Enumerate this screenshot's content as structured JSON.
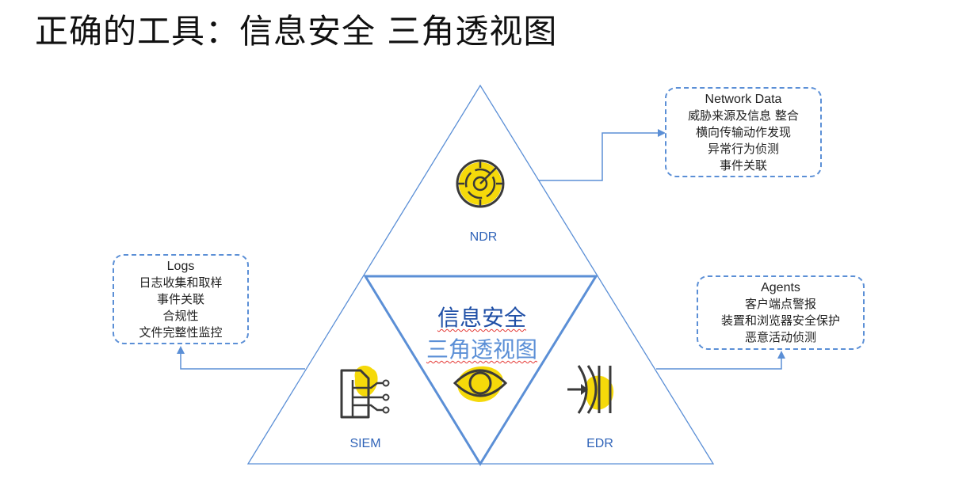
{
  "title": "正确的工具：信息安全 三角透视图",
  "center": {
    "line1": "信息安全",
    "line2": "三角透视图"
  },
  "segments": {
    "ndr": {
      "label": "NDR",
      "icon": "radar-icon"
    },
    "siem": {
      "label": "SIEM",
      "icon": "log-flow-icon"
    },
    "edr": {
      "label": "EDR",
      "icon": "endpoint-shield-icon"
    },
    "center_icon": "eye-icon"
  },
  "callouts": {
    "network": {
      "heading": "Network Data",
      "lines": [
        "威胁来源及信息 整合",
        "横向传输动作发现",
        "异常行为侦测",
        "事件关联"
      ]
    },
    "logs": {
      "heading": "Logs",
      "lines": [
        "日志收集和取样",
        "事件关联",
        "合规性",
        "文件完整性监控"
      ]
    },
    "agents": {
      "heading": "Agents",
      "lines": [
        "客户端点警报",
        "装置和浏览器安全保护",
        "恶意活动侦测"
      ]
    }
  },
  "colors": {
    "line": "#5b8fd6",
    "label": "#2f63b8",
    "accent": "#f5d90a",
    "icon": "#3a3a3a"
  }
}
